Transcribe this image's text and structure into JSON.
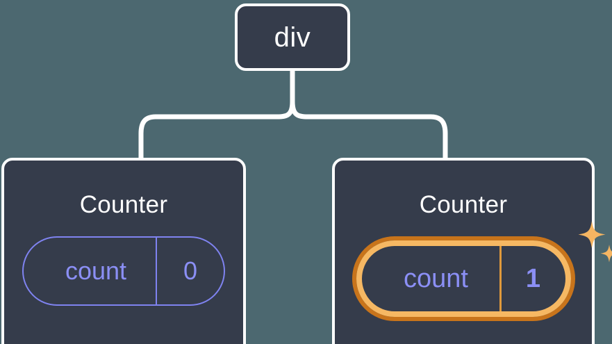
{
  "canvas": {
    "background_color": "#4c6870",
    "node_fill_color": "#353c4b",
    "node_border_color": "#ffffff",
    "accent_color": "#8b8ff5",
    "highlight_outer_color": "#c8741b",
    "highlight_inner_color": "#f6b863",
    "sparkle_color": "#f5b562"
  },
  "tree": {
    "root": {
      "label": "div"
    },
    "children": [
      {
        "title": "Counter",
        "state": {
          "key": "count",
          "value": "0"
        },
        "highlighted": false
      },
      {
        "title": "Counter",
        "state": {
          "key": "count",
          "value": "1"
        },
        "highlighted": true
      }
    ]
  }
}
